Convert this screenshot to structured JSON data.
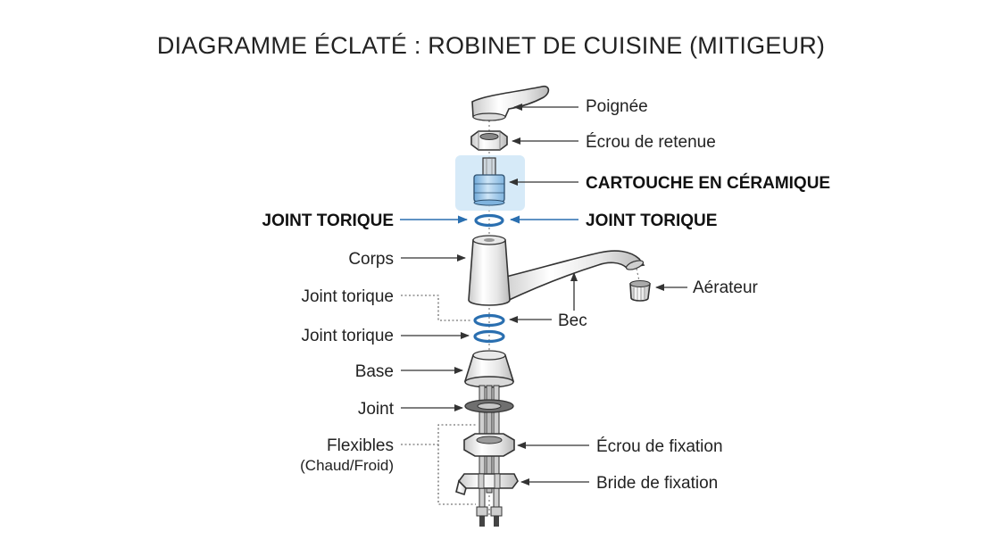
{
  "title": "DIAGRAMME ÉCLATÉ : ROBINET DE CUISINE (MITIGEUR)",
  "colors": {
    "highlight": "#cfe6f7",
    "cartridge": "#9cc9ee",
    "oring_blue": "#2a6fb0",
    "outline": "#333333",
    "gasket": "#6f6f6f"
  },
  "labels": {
    "handle": "Poignée",
    "retaining_nut": "Écrou de retenue",
    "cartridge": "CARTOUCHE EN CÉRAMIQUE",
    "oring_left_bold": "JOINT TORIQUE",
    "oring_right_bold": "JOINT TORIQUE",
    "body": "Corps",
    "oring_upper": "Joint torique",
    "oring_lower": "Joint torique",
    "spout": "Bec",
    "aerator": "Aérateur",
    "base": "Base",
    "gasket": "Joint",
    "hoses": "Flexibles",
    "hoses_sub": "(Chaud/Froid)",
    "mounting_nut": "Écrou de fixation",
    "mounting_bracket": "Bride de fixation"
  },
  "icons": {
    "arrow": "arrowhead"
  }
}
